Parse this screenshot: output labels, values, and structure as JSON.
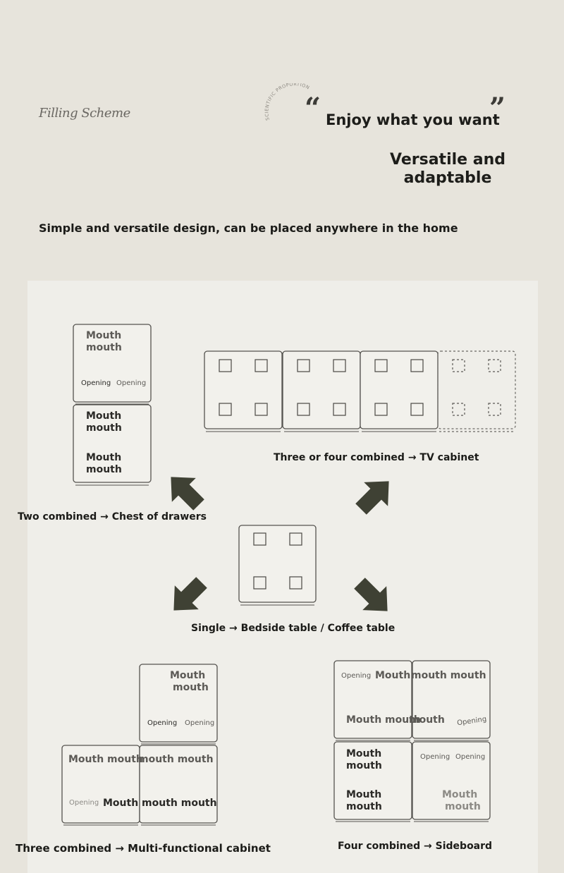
{
  "header": {
    "brand": "Filling Scheme",
    "stamp_text": "SCIENTIFIC PROPORTION",
    "quote_open": "“",
    "quote_close": "”",
    "headline": "Enjoy what you want",
    "sub_headline_line1": "Versatile and",
    "sub_headline_line2": "adaptable",
    "description": "Simple and versatile design, can be placed anywhere in the home"
  },
  "diagram": {
    "captions": {
      "two": "Two combined → Chest of drawers",
      "three_four": "Three or four combined → TV cabinet",
      "single": "Single → Bedside table / Coffee table",
      "three": "Three combined → Multi-functional cabinet",
      "four": "Four combined → Sideboard"
    },
    "cube_labels": {
      "mouth": "Mouth",
      "mouth_lower": "mouth",
      "opening": "Opening",
      "mouth_mouth": "Mouth mouth",
      "mouth_mouth_lower": "mouth mouth",
      "mouth_mouth_mouth": "Mouth mouth mouth"
    },
    "colors": {
      "arrow": "#3f4134",
      "cube_stroke": "#55534f",
      "background": "#e7e4dc",
      "panel": "#efeee9"
    }
  }
}
